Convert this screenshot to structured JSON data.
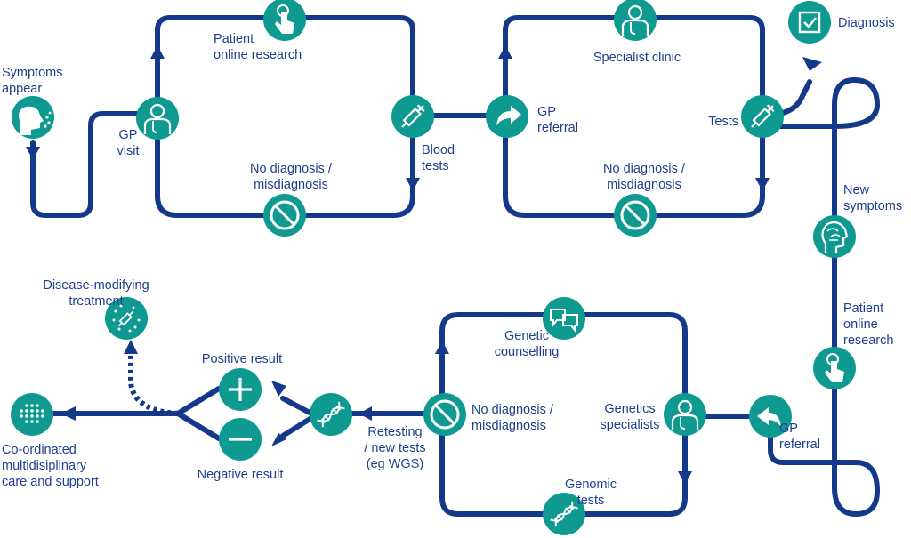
{
  "colors": {
    "path": "#14398a",
    "node": "#0f9a91",
    "icon_stroke": "#ffffff",
    "text": "#1e3f8f",
    "dashed": "#14398a"
  },
  "labels": {
    "symptoms_appear": [
      "Symptoms",
      "appear"
    ],
    "gp_visit": [
      "GP",
      "visit"
    ],
    "patient_online_research_top": [
      "Patient",
      "online research"
    ],
    "no_diagnosis_1": [
      "No diagnosis /",
      "misdiagnosis"
    ],
    "blood_tests": [
      "Blood",
      "tests"
    ],
    "gp_referral_top": [
      "GP",
      "referral"
    ],
    "specialist_clinic": [
      "Specialist clinic"
    ],
    "no_diagnosis_2": [
      "No diagnosis /",
      "misdiagnosis"
    ],
    "tests": [
      "Tests"
    ],
    "diagnosis": [
      "Diagnosis"
    ],
    "new_symptoms": [
      "New",
      "symptoms"
    ],
    "patient_online_research_right": [
      "Patient",
      "online",
      "research"
    ],
    "gp_referral_bottom": [
      "GP",
      "referral"
    ],
    "genetics_specialists": [
      "Genetics",
      "specialists"
    ],
    "genetic_counselling": [
      "Genetic",
      "counselling"
    ],
    "genomic_tests": [
      "Genomic",
      "tests"
    ],
    "no_diagnosis_3": [
      "No diagnosis /",
      "misdiagnosis"
    ],
    "retesting": [
      "Retesting",
      "/ new tests",
      "(eg WGS)"
    ],
    "positive_result": [
      "Positive result"
    ],
    "negative_result": [
      "Negative result"
    ],
    "disease_modifying": [
      "Disease-modifying",
      "treatment"
    ],
    "coordinated_care": [
      "Co-ordinated",
      "multidisiplinary",
      "care and support"
    ]
  },
  "icons": [
    "face-symptoms-icon",
    "doctor-icon",
    "touch-hand-icon",
    "no-entry-icon",
    "syringe-icon",
    "referral-arrow-icon",
    "doctor-icon",
    "no-entry-icon",
    "syringe-icon",
    "checkbox-icon",
    "brain-head-icon",
    "touch-hand-icon",
    "back-arrow-icon",
    "doctor-icon",
    "speech-bubbles-icon",
    "dna-icon",
    "no-entry-icon",
    "dna-icon",
    "plus-icon",
    "minus-icon",
    "treatment-icon",
    "dots-icon"
  ]
}
